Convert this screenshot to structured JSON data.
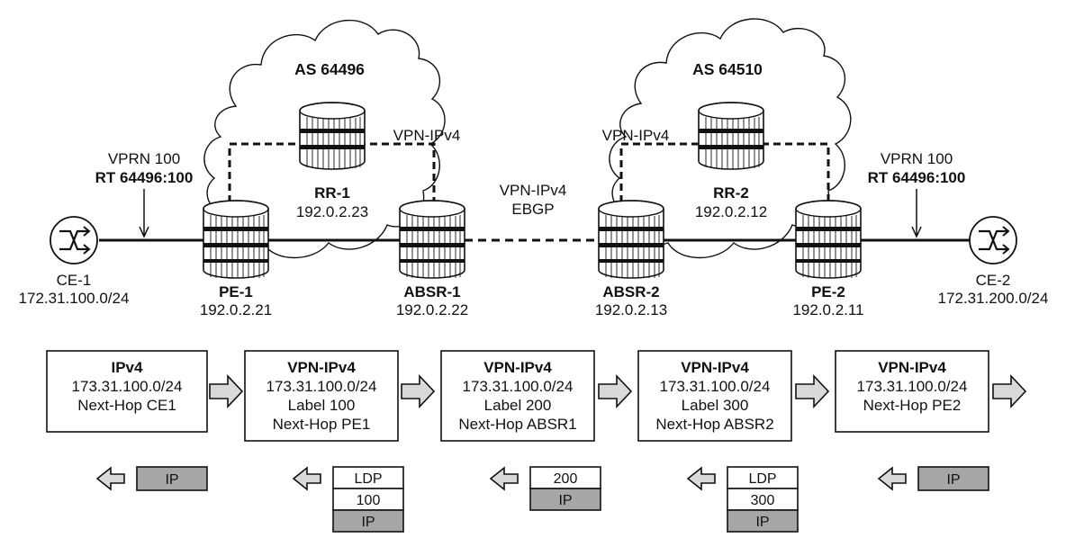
{
  "clouds": {
    "as1": "AS 64496",
    "as2": "AS 64510"
  },
  "links": {
    "vpn_ipv4_left": "VPN-IPv4",
    "vpn_ipv4_mid": "VPN-IPv4",
    "ebgp": "EBGP",
    "vpn_ipv4_right": "VPN-IPv4"
  },
  "vprn_left": {
    "name": "VPRN 100",
    "rt": "RT 64496:100"
  },
  "vprn_right": {
    "name": "VPRN 100",
    "rt": "RT 64496:100"
  },
  "nodes": {
    "ce1": {
      "name": "CE-1",
      "addr": "172.31.100.0/24"
    },
    "pe1": {
      "name": "PE-1",
      "addr": "192.0.2.21"
    },
    "rr1": {
      "name": "RR-1",
      "addr": "192.0.2.23"
    },
    "absr1": {
      "name": "ABSR-1",
      "addr": "192.0.2.22"
    },
    "absr2": {
      "name": "ABSR-2",
      "addr": "192.0.2.13"
    },
    "rr2": {
      "name": "RR-2",
      "addr": "192.0.2.12"
    },
    "pe2": {
      "name": "PE-2",
      "addr": "192.0.2.11"
    },
    "ce2": {
      "name": "CE-2",
      "addr": "172.31.200.0/24"
    }
  },
  "routes": [
    {
      "family": "IPv4",
      "prefix": "173.31.100.0/24",
      "line3": "Next-Hop CE1",
      "line4": ""
    },
    {
      "family": "VPN-IPv4",
      "prefix": "173.31.100.0/24",
      "line3": "Label 100",
      "line4": "Next-Hop PE1"
    },
    {
      "family": "VPN-IPv4",
      "prefix": "173.31.100.0/24",
      "line3": "Label 200",
      "line4": "Next-Hop ABSR1"
    },
    {
      "family": "VPN-IPv4",
      "prefix": "173.31.100.0/24",
      "line3": "Label 300",
      "line4": "Next-Hop ABSR2"
    },
    {
      "family": "VPN-IPv4",
      "prefix": "173.31.100.0/24",
      "line3": "Next-Hop PE2",
      "line4": ""
    }
  ],
  "stacks": [
    {
      "cells": [
        "IP"
      ]
    },
    {
      "cells": [
        "LDP",
        "100",
        "IP"
      ]
    },
    {
      "cells": [
        "200",
        "IP"
      ]
    },
    {
      "cells": [
        "LDP",
        "300",
        "IP"
      ]
    },
    {
      "cells": [
        "IP"
      ]
    }
  ],
  "colors": {
    "line": "#111111",
    "arrow_fill": "#d9d9d9",
    "ip_cell": "#a6a6a6",
    "router_face": "#ffffff"
  }
}
